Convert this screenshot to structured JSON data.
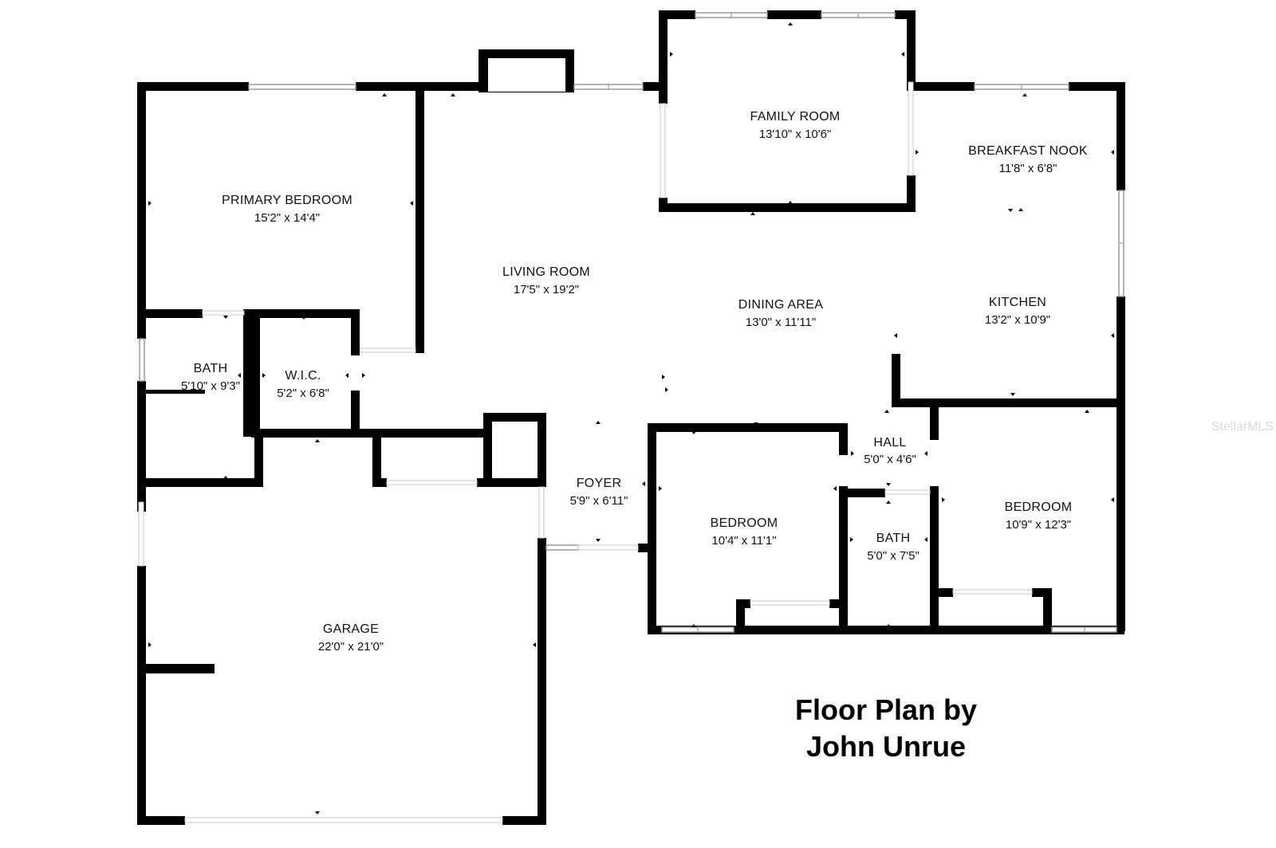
{
  "rooms": {
    "primary_bedroom": {
      "name": "PRIMARY BEDROOM",
      "dims": "15'2\" x 14'4\""
    },
    "living_room": {
      "name": "LIVING ROOM",
      "dims": "17'5\" x 19'2\""
    },
    "family_room": {
      "name": "FAMILY ROOM",
      "dims": "13'10\" x 10'6\""
    },
    "breakfast_nook": {
      "name": "BREAKFAST NOOK",
      "dims": "11'8\" x 6'8\""
    },
    "dining_area": {
      "name": "DINING AREA",
      "dims": "13'0\" x 11'11\""
    },
    "kitchen": {
      "name": "KITCHEN",
      "dims": "13'2\" x 10'9\""
    },
    "bath_primary": {
      "name": "BATH",
      "dims": "5'10\" x 9'3\""
    },
    "wic": {
      "name": "W.I.C.",
      "dims": "5'2\" x 6'8\""
    },
    "hall": {
      "name": "HALL",
      "dims": "5'0\" x 4'6\""
    },
    "foyer": {
      "name": "FOYER",
      "dims": "5'9\" x 6'11\""
    },
    "bedroom_2": {
      "name": "BEDROOM",
      "dims": "10'4\" x 11'1\""
    },
    "bath_2": {
      "name": "BATH",
      "dims": "5'0\" x 7'5\""
    },
    "bedroom_3": {
      "name": "BEDROOM",
      "dims": "10'9\" x 12'3\""
    },
    "garage": {
      "name": "GARAGE",
      "dims": "22'0\" x 21'0\""
    }
  },
  "credit": {
    "line1": "Floor Plan by",
    "line2": "John Unrue"
  },
  "watermark": "StellarMLS",
  "colors": {
    "wall": "#000000",
    "background": "#ffffff",
    "window": "#9a9a9a"
  }
}
